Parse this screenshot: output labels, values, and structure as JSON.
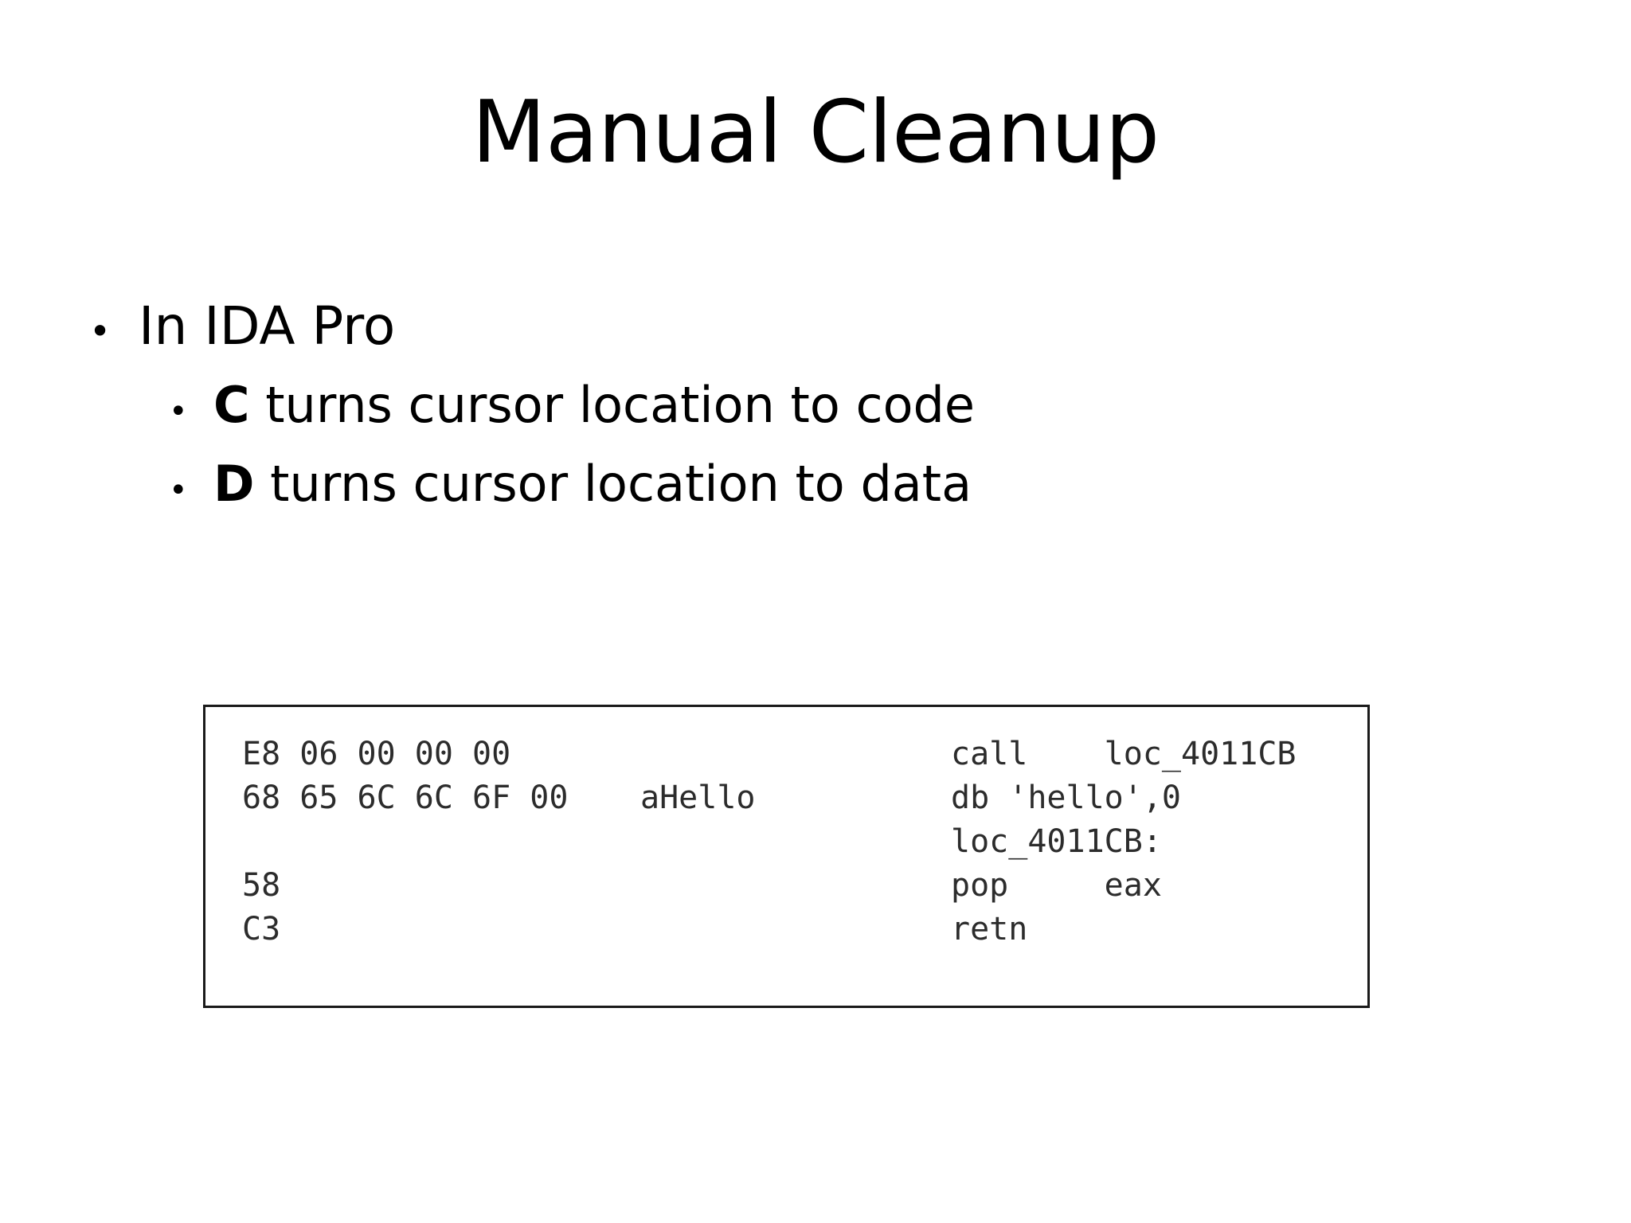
{
  "slide": {
    "title": "Manual Cleanup",
    "background_color": "#ffffff",
    "text_color": "#000000"
  },
  "bullets": [
    {
      "level": 1,
      "marker": "•",
      "text": "In IDA Pro",
      "key": "",
      "rest": ""
    },
    {
      "level": 2,
      "marker": "•",
      "text": "C turns cursor location to code",
      "key": "C",
      "rest": " turns cursor location to code"
    },
    {
      "level": 2,
      "marker": "•",
      "text": "D turns cursor location to data",
      "key": "D",
      "rest": " turns cursor location to data"
    }
  ],
  "code_box": {
    "border_color": "#1a1a1a",
    "text_color": "#2c2c2c",
    "lines": [
      {
        "bytes": "E8 06 00 00 00",
        "name": "",
        "mnemonic": "call    loc_4011CB"
      },
      {
        "bytes": "68 65 6C 6C 6F 00",
        "name": "aHello",
        "mnemonic": "db 'hello',0"
      },
      {
        "bytes": "",
        "name": "",
        "mnemonic": "loc_4011CB:"
      },
      {
        "bytes": "58",
        "name": "",
        "mnemonic": "pop     eax"
      },
      {
        "bytes": "C3",
        "name": "",
        "mnemonic": "retn"
      }
    ]
  }
}
